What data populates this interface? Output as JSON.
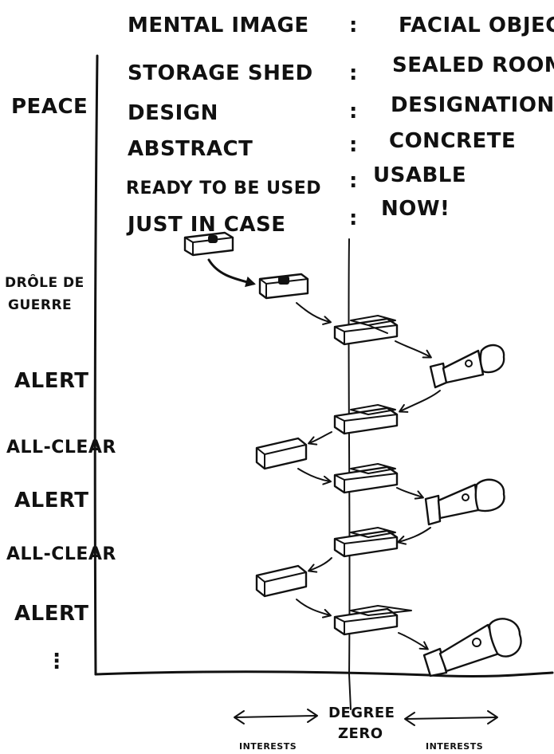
{
  "header": {
    "left": "MENTAL IMAGE",
    "separator": ":",
    "right": "FACIAL OBJECT"
  },
  "pairs": [
    {
      "left": "STORAGE SHED",
      "sep": ":",
      "right": "SEALED ROOM"
    },
    {
      "left": "DESIGN",
      "sep": ":",
      "right": "DESIGNATION"
    },
    {
      "left": "ABSTRACT",
      "sep": ":",
      "right": "CONCRETE"
    },
    {
      "left": "READY TO BE USED",
      "sep": ":",
      "right": "USABLE"
    },
    {
      "left": "JUST IN CASE",
      "sep": ":",
      "right": "NOW!"
    }
  ],
  "states": [
    "PEACE",
    "DRÔLE DE",
    "GUERRE",
    "ALERT",
    "ALL-CLEAR",
    "ALERT",
    "ALL-CLEAR",
    "ALERT",
    "⋮"
  ],
  "footer": {
    "degree_line1": "DEGREE",
    "degree_line2": "ZERO",
    "interests_left": "INTERESTS",
    "interests_right": "INTERESTS"
  }
}
